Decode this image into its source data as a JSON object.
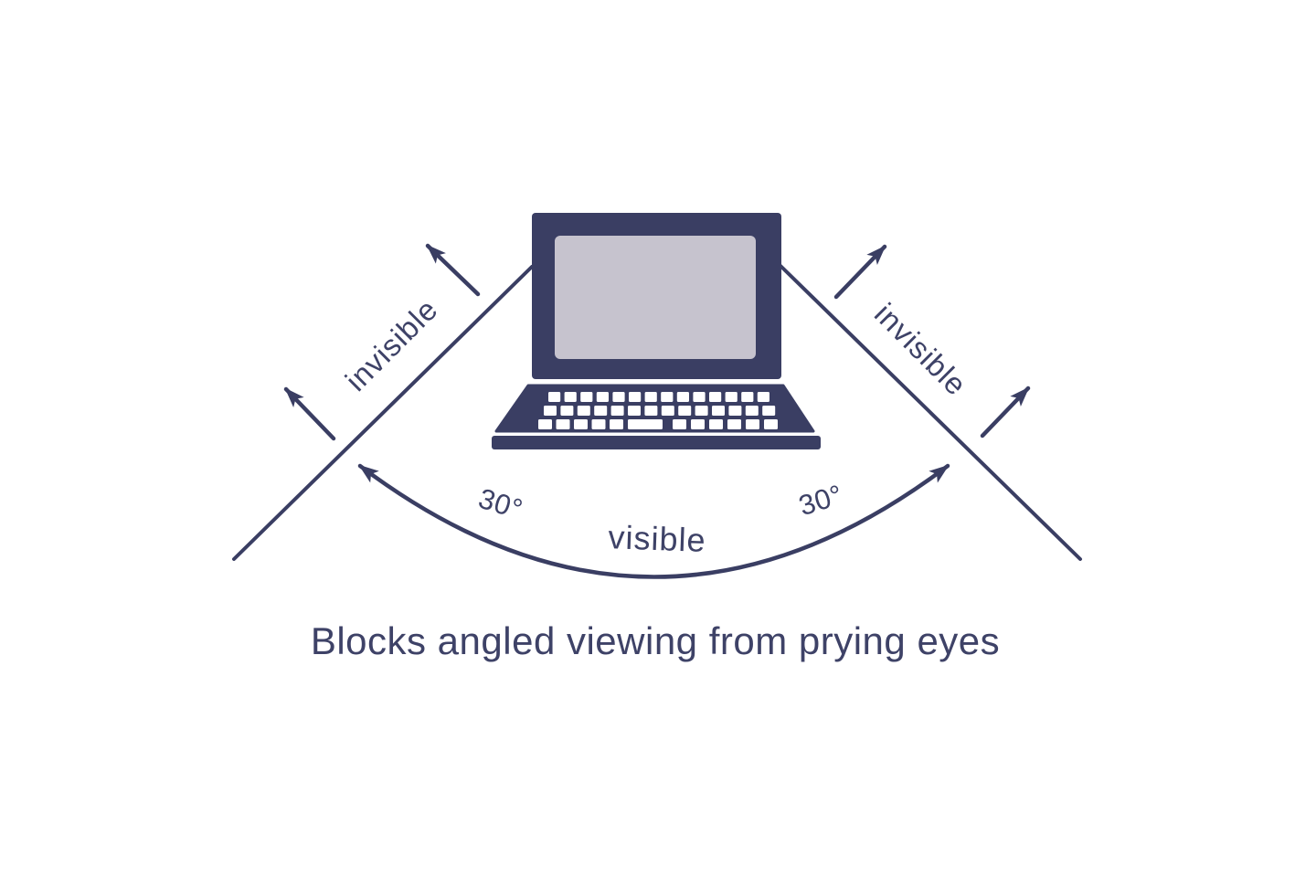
{
  "colors": {
    "ink": "#3a3e63",
    "text": "#3e4267",
    "screen_fill": "#c6c3ce",
    "background": "#ffffff"
  },
  "labels": {
    "invisible_left": "invisible",
    "invisible_right": "invisible",
    "visible": "visible",
    "angle_left": "30°",
    "angle_right": "30°"
  },
  "caption": "Blocks angled viewing from prying eyes",
  "icons": {
    "laptop": "laptop-icon",
    "arrows": "direction-arrow-icon"
  }
}
